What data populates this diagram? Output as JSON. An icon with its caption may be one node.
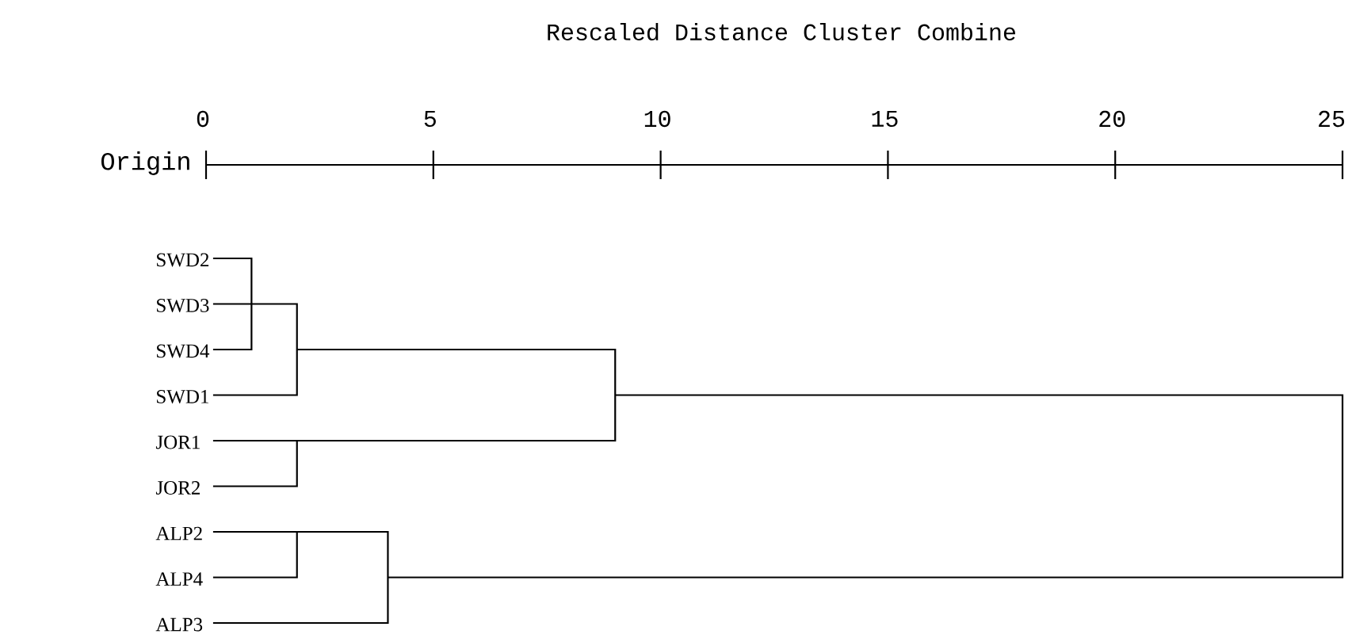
{
  "diagram": {
    "title": "Rescaled Distance Cluster Combine",
    "labels": [
      "Origin",
      "0",
      "5",
      "10",
      "15",
      "20",
      "25",
      "SWD2",
      "SWD3",
      "SWD4",
      "SWD1",
      "JOR1",
      "JOR2",
      "ALP2",
      "ALP4",
      "ALP3"
    ]
  }
}
